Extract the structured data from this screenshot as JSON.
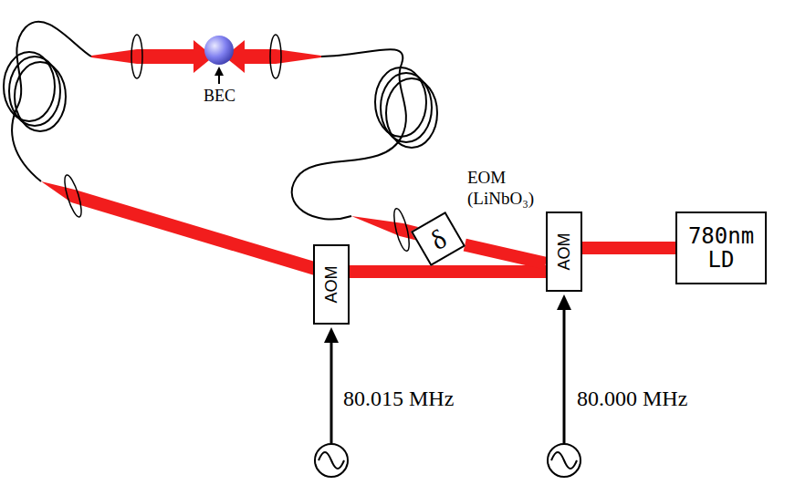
{
  "diagram": {
    "nodes": [
      {
        "text": [
          "δ"
        ]
      },
      {
        "text": [
          "AOM"
        ]
      },
      {
        "text": [
          "AOM"
        ]
      },
      {
        "text": [
          "780nm LD"
        ]
      }
    ],
    "edges": [
      {
        "from": 3,
        "to": 2,
        "arrow": "none"
      },
      {
        "from": 2,
        "to": 1,
        "arrow": "none"
      },
      {
        "from": 2,
        "to": 0,
        "arrow": "none"
      }
    ],
    "labels": [
      "BEC",
      "EOM (LiNbO₃)",
      "80.015 MHz",
      "80.000 MHz"
    ]
  }
}
